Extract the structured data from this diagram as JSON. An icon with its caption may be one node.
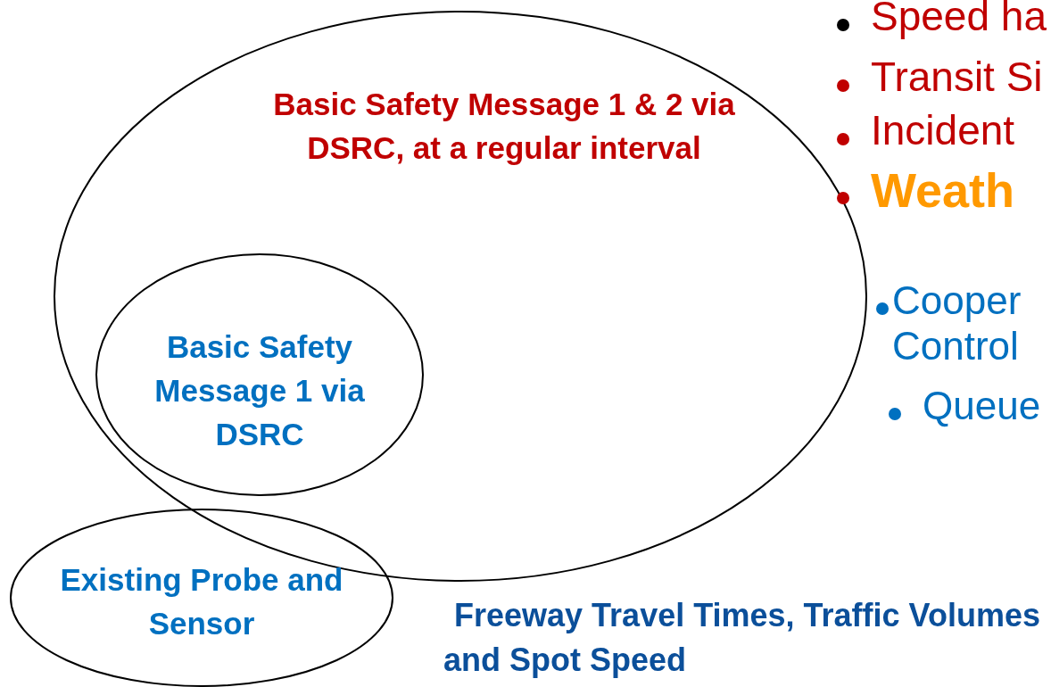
{
  "diagram": {
    "nodes": [
      {
        "text": [
          "Basic Safety Message 1 & 2 via DSRC, at a regular interval"
        ]
      },
      {
        "text": [
          "Basic Safety Message 1 via DSRC"
        ],
        "in": 0
      },
      {
        "text": [
          "Existing Probe and Sensor"
        ]
      }
    ],
    "labels": [
      "Speed ha",
      "Transit Si",
      "Incident",
      "Weath",
      "Cooper Control",
      "Queue",
      "Freeway Travel Times, Traffic Volumes and Spot Speed"
    ]
  }
}
